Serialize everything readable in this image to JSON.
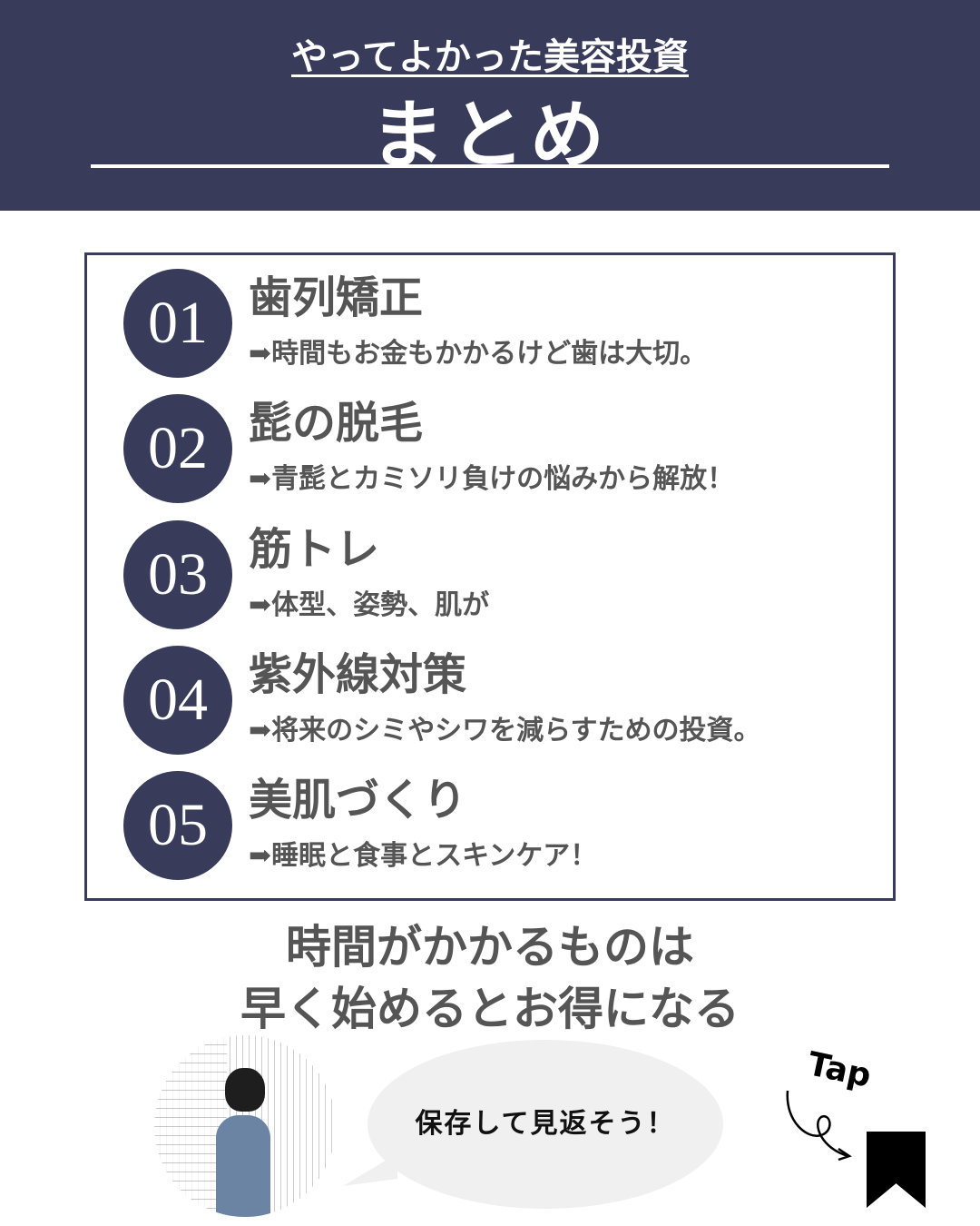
{
  "header": {
    "subtitle": "やってよかった美容投資",
    "title": "まとめ"
  },
  "items": [
    {
      "num": "01",
      "title": "歯列矯正",
      "desc": "➡時間もお金もかかるけど歯は大切。"
    },
    {
      "num": "02",
      "title": "髭の脱毛",
      "desc": "➡青髭とカミソリ負けの悩みから解放！"
    },
    {
      "num": "03",
      "title": "筋トレ",
      "desc": "➡体型、姿勢、肌が"
    },
    {
      "num": "04",
      "title": "紫外線対策",
      "desc": "➡将来のシミやシワを減らすための投資。"
    },
    {
      "num": "05",
      "title": "美肌づくり",
      "desc": "➡睡眠と食事とスキンケア！"
    }
  ],
  "closing": {
    "line1": "時間がかかるものは",
    "line2": "早く始めるとお得になる"
  },
  "footer": {
    "bubble": "保存して見返そう！",
    "tap": "Tap"
  },
  "colors": {
    "navy": "#383b5a",
    "text": "#555555"
  }
}
